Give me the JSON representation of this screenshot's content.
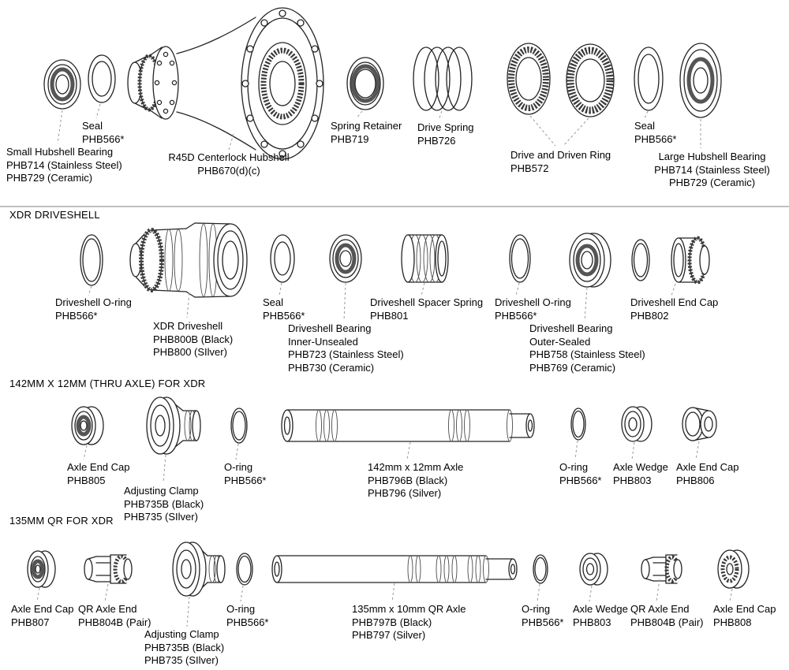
{
  "colors": {
    "line": "#232323",
    "leader": "#999999",
    "text": "#000000",
    "background": "#ffffff"
  },
  "sections": {
    "hubshell": {
      "title": "",
      "parts": {
        "small_bearing": {
          "label": "Small Hubshell Bearing\nPHB714 (Stainless Steel)\nPHB729 (Ceramic)"
        },
        "seal_left": {
          "label": "Seal\nPHB566*"
        },
        "hubshell": {
          "label": "R45D Centerlock Hubshell\nPHB670(d)(c)"
        },
        "spring_retainer": {
          "label": "Spring Retainer\nPHB719"
        },
        "drive_spring": {
          "label": "Drive Spring\nPHB726"
        },
        "drive_ring": {
          "label": "Drive and Driven Ring\nPHB572"
        },
        "seal_right": {
          "label": "Seal\nPHB566*"
        },
        "large_bearing": {
          "label": "Large Hubshell Bearing\nPHB714 (Stainless Steel)\nPHB729 (Ceramic)"
        }
      }
    },
    "driveshell": {
      "title": "XDR DRIVESHELL",
      "parts": {
        "oring_left": {
          "label": "Driveshell O-ring\nPHB566*"
        },
        "xdr_driveshell": {
          "label": "XDR Driveshell\nPHB800B (Black)\nPHB800 (SIlver)"
        },
        "seal": {
          "label": "Seal\nPHB566*"
        },
        "bearing_inner": {
          "label": "Driveshell Bearing\nInner-Unsealed\nPHB723 (Stainless Steel)\nPHB730 (Ceramic)"
        },
        "spacer_spring": {
          "label": "Driveshell Spacer Spring\nPHB801"
        },
        "oring_right": {
          "label": "Driveshell O-ring\nPHB566*"
        },
        "bearing_outer": {
          "label": "Driveshell Bearing\nOuter-Sealed\nPHB758 (Stainless Steel)\nPHB769 (Ceramic)"
        },
        "end_cap": {
          "label": "Driveshell End Cap\nPHB802"
        }
      }
    },
    "thru_axle": {
      "title": "142MM X 12MM (THRU AXLE) FOR XDR",
      "parts": {
        "end_cap_left": {
          "label": "Axle End Cap\nPHB805"
        },
        "adjusting_clamp": {
          "label": "Adjusting Clamp\nPHB735B (Black)\nPHB735 (SIlver)"
        },
        "oring_left": {
          "label": "O-ring\nPHB566*"
        },
        "axle": {
          "label": "142mm x 12mm Axle\nPHB796B (Black)\nPHB796 (Silver)"
        },
        "oring_right": {
          "label": "O-ring\nPHB566*"
        },
        "axle_wedge": {
          "label": "Axle Wedge\nPHB803"
        },
        "end_cap_right": {
          "label": "Axle End Cap\nPHB806"
        }
      }
    },
    "qr_axle": {
      "title": "135MM QR FOR XDR",
      "parts": {
        "end_cap_left": {
          "label": "Axle End Cap\nPHB807"
        },
        "qr_end_left": {
          "label": "QR Axle End\nPHB804B (Pair)"
        },
        "adjusting_clamp": {
          "label": "Adjusting Clamp\nPHB735B (Black)\nPHB735 (SIlver)"
        },
        "oring_left": {
          "label": "O-ring\nPHB566*"
        },
        "axle": {
          "label": "135mm x 10mm QR Axle\nPHB797B (Black)\nPHB797 (Silver)"
        },
        "oring_right": {
          "label": "O-ring\nPHB566*"
        },
        "axle_wedge": {
          "label": "Axle Wedge\nPHB803"
        },
        "qr_end_right": {
          "label": "QR Axle End\nPHB804B (Pair)"
        },
        "end_cap_right": {
          "label": "Axle End Cap\nPHB808"
        }
      }
    }
  }
}
